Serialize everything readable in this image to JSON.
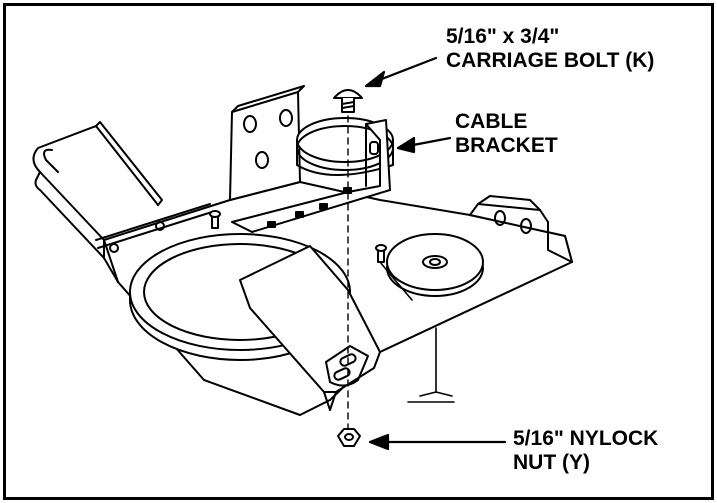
{
  "labels": {
    "bolt_line1": "5/16\" x 3/4\"",
    "bolt_line2": "CARRIAGE BOLT (K)",
    "bracket_line1": "CABLE",
    "bracket_line2": "BRACKET",
    "nut_line1": "5/16\" NYLOCK",
    "nut_line2": "NUT (Y)"
  }
}
